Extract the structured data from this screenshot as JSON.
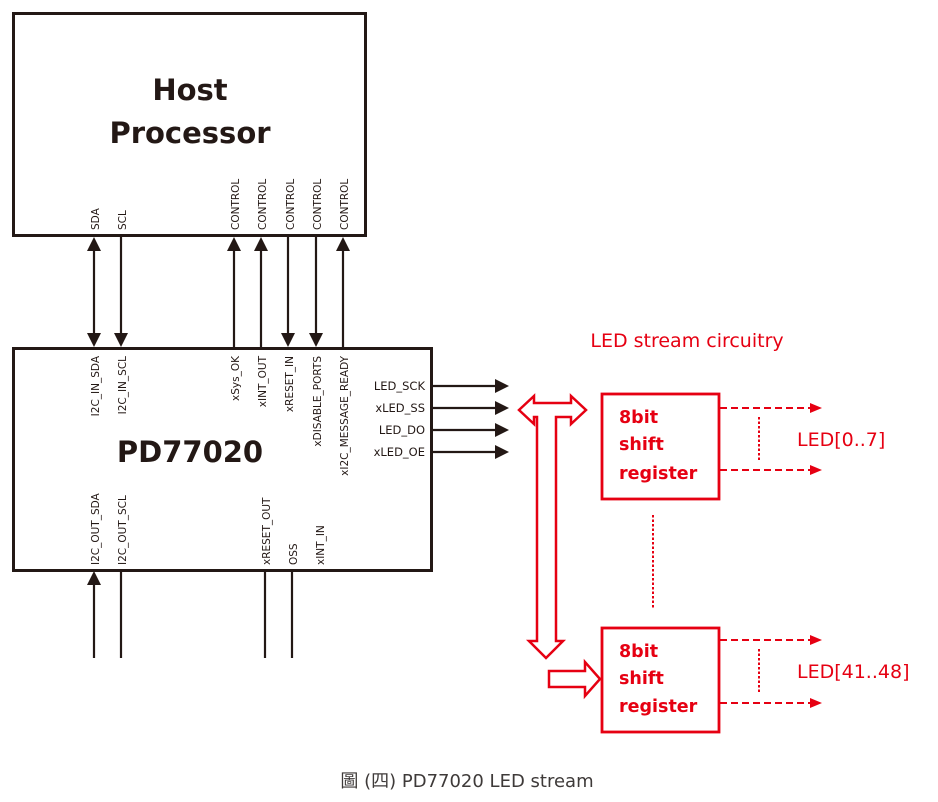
{
  "host": {
    "title_line1": "Host",
    "title_line2": "Processor",
    "pins": [
      "SDA",
      "SCL",
      "CONTROL",
      "CONTROL",
      "CONTROL",
      "CONTROL",
      "CONTROL"
    ]
  },
  "chip": {
    "title": "PD77020",
    "top_pins": [
      "I2C_IN_SDA",
      "I2C_IN_SCL",
      "xSys_OK",
      "xINT_OUT",
      "xRESET_IN",
      "xDISABLE_PORTS",
      "xI2C_MESSAGE_READY"
    ],
    "bottom_pins": [
      "I2C_OUT_SDA",
      "I2C_OUT_SCL",
      "xRESET_OUT",
      "OSS",
      "xINT_IN"
    ],
    "right_pins": [
      "LED_SCK",
      "xLED_SS",
      "LED_DO",
      "xLED_OE"
    ]
  },
  "led_section": {
    "title": "LED stream circuitry",
    "registers": [
      {
        "line1": "8bit",
        "line2": "shift",
        "line3": "register",
        "output_label": "LED[0..7]"
      },
      {
        "line1": "8bit",
        "line2": "shift",
        "line3": "register",
        "output_label": "LED[41..48]"
      }
    ],
    "accent_color": "#e60012"
  },
  "caption": "圖 (四) PD77020 LED stream"
}
